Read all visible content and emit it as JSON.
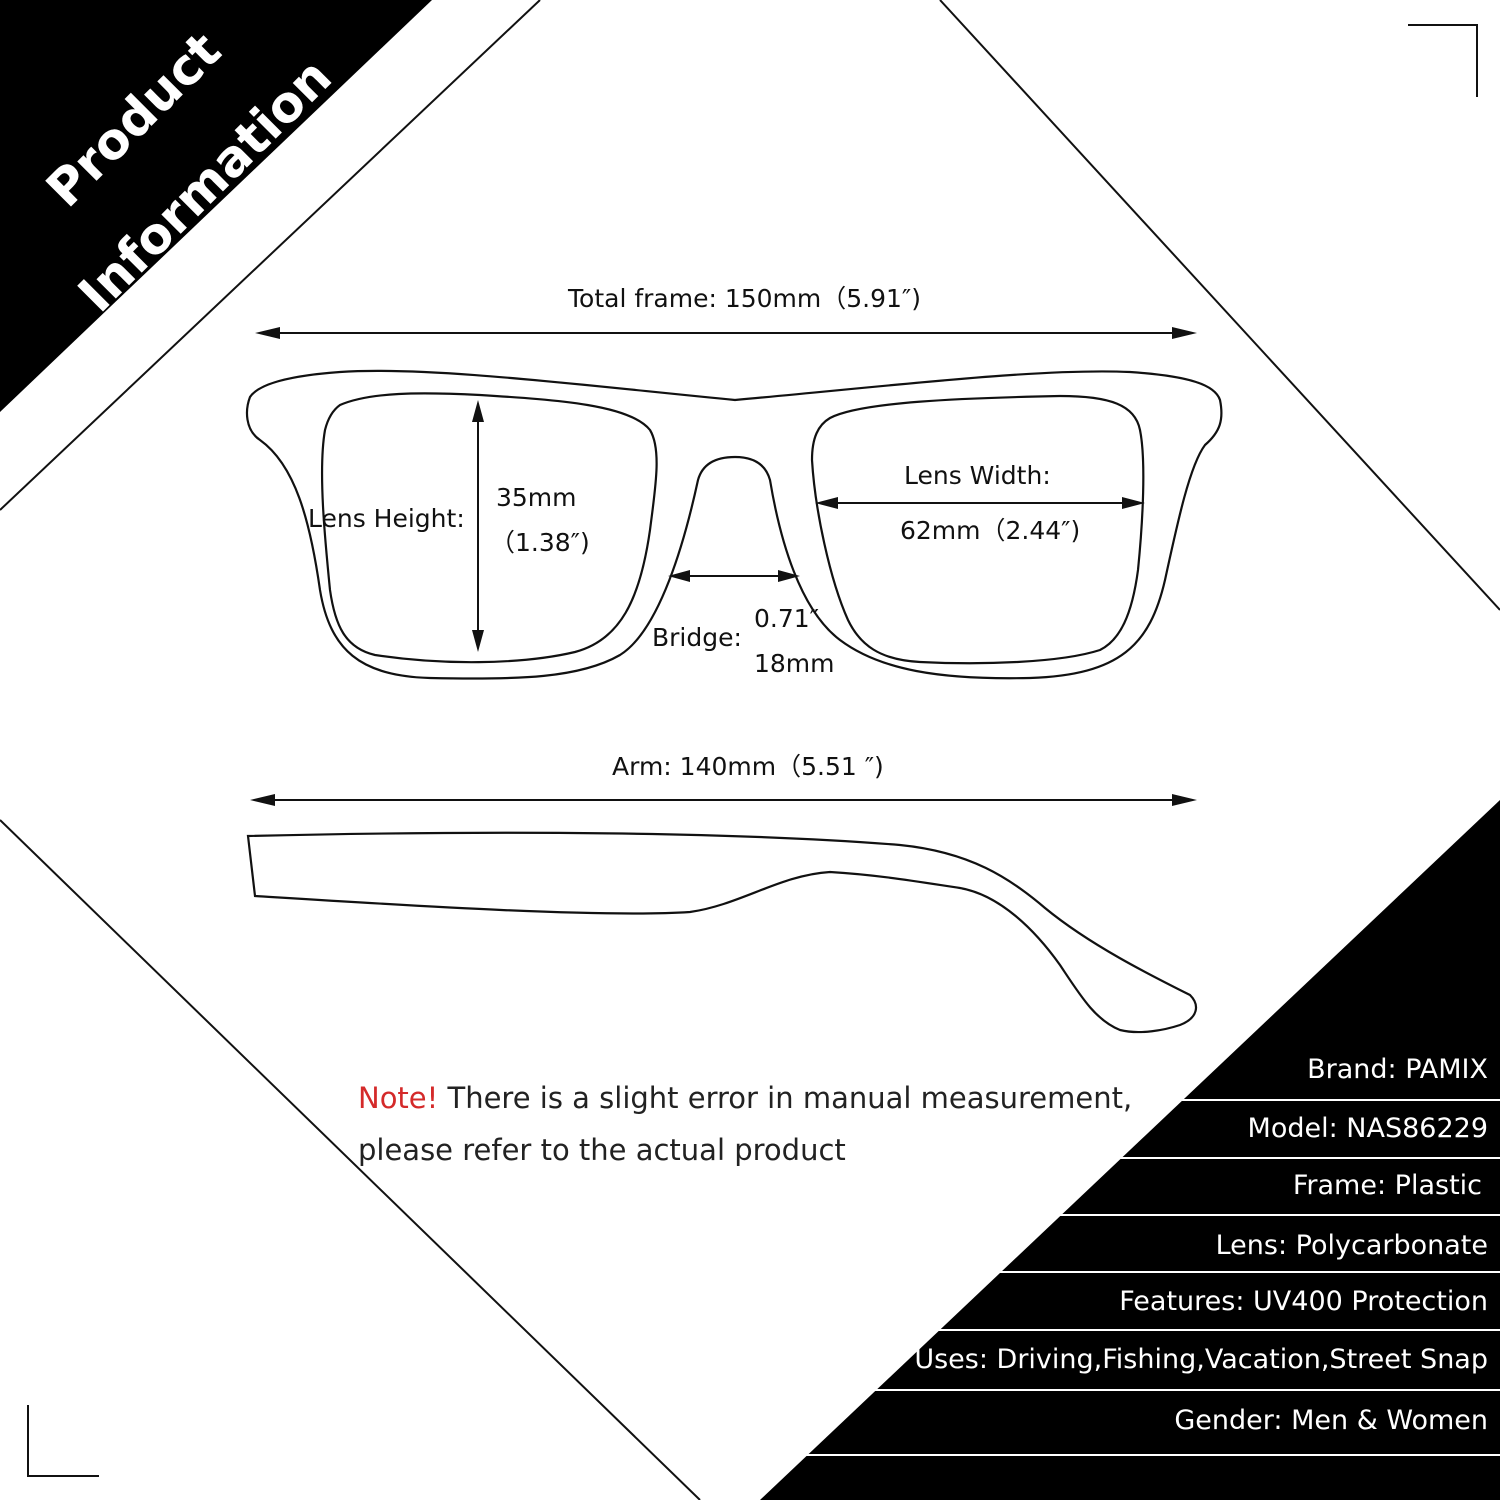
{
  "corner": {
    "line1": "Product",
    "line2": "Information"
  },
  "dims": {
    "total_frame": "Total frame: 150mm（5.91″)",
    "lens_height_label": "Lens Height:",
    "lens_height_mm": "35mm",
    "lens_height_in": "（1.38″)",
    "lens_width_label": "Lens Width:",
    "lens_width_value": "62mm（2.44″)",
    "bridge_label": "Bridge:",
    "bridge_in": "0.71″",
    "bridge_mm": "18mm",
    "arm": "Arm: 140mm（5.51 ″)"
  },
  "note": {
    "prefix": "Note!",
    "text": " There is a slight error in manual measurement, please refer to the actual product"
  },
  "specs": [
    {
      "label": "Brand:",
      "value": "PAMIX"
    },
    {
      "label": "Model:",
      "value": "NAS86229"
    },
    {
      "label": "Frame:",
      "value": "Plastic"
    },
    {
      "label": "Lens:",
      "value": "Polycarbonate"
    },
    {
      "label": "Features:",
      "value": "UV400 Protection"
    },
    {
      "label": "Uses:",
      "value": "Driving,Fishing,Vacation,Street Snap"
    },
    {
      "label": "Gender:",
      "value": "Men & Women"
    }
  ],
  "colors": {
    "ink": "#111111",
    "note_red": "#d42a2a",
    "background": "#ffffff",
    "band": "#000000"
  }
}
